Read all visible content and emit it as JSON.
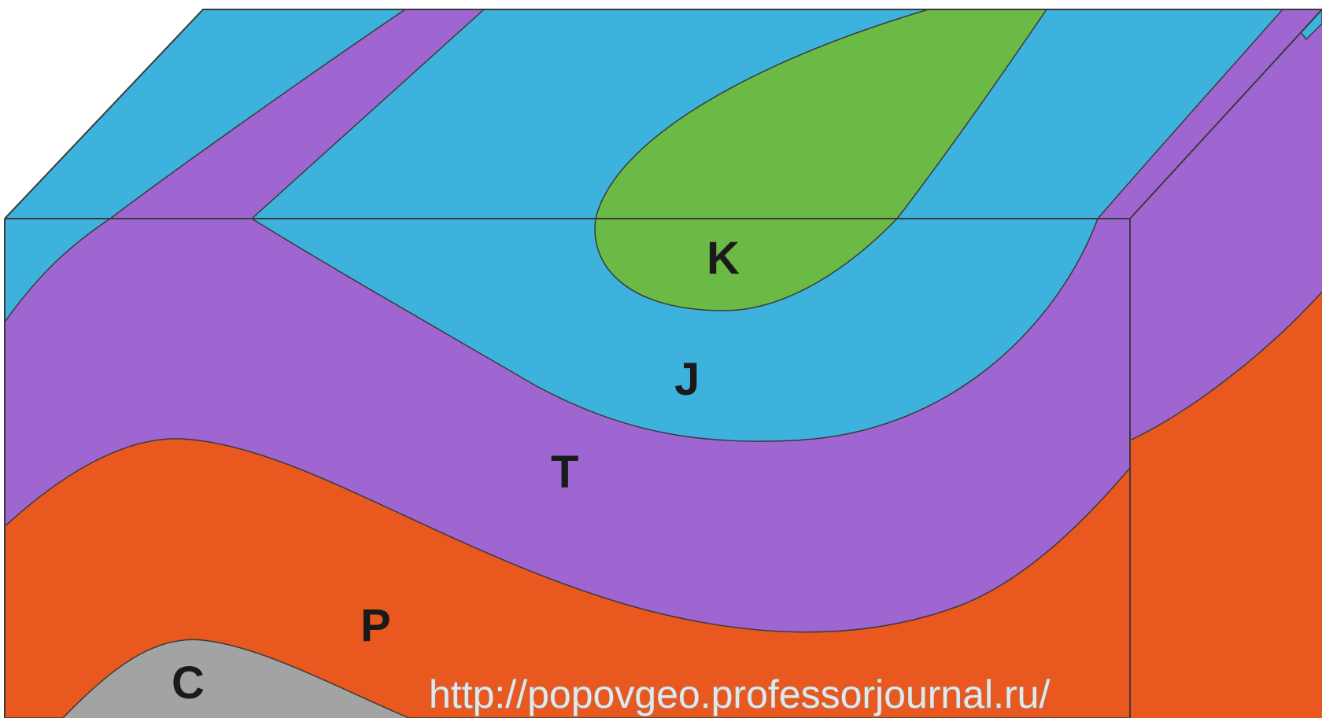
{
  "diagram": {
    "layers": [
      {
        "code": "K",
        "color": "#6bba45"
      },
      {
        "code": "J",
        "color": "#3cb2dc"
      },
      {
        "code": "T",
        "color": "#9f66d2"
      },
      {
        "code": "P",
        "color": "#e8581f"
      },
      {
        "code": "C",
        "color": "#a3a3a3"
      }
    ],
    "labels": {
      "K": "K",
      "J": "J",
      "T": "T",
      "P": "P",
      "C": "C"
    },
    "watermark": "http://popovgeo.professorjournal.ru/"
  }
}
